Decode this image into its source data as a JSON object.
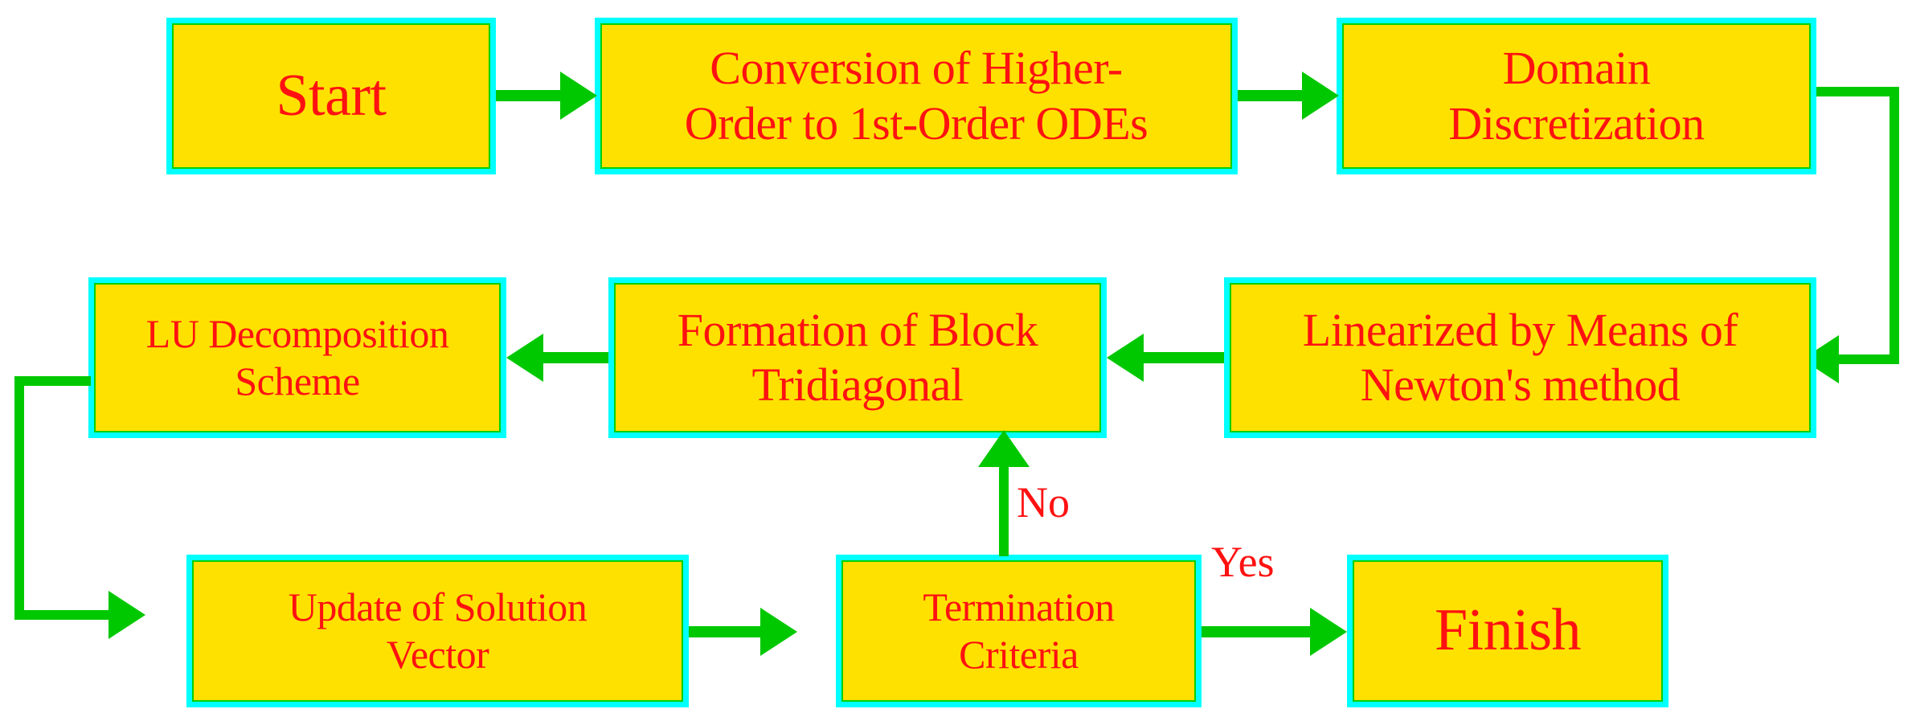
{
  "diagram": {
    "title": "Numerical solution procedure flowchart",
    "colors": {
      "node_fill": "#ffe100",
      "node_border": "#00ffff",
      "node_inner_edge": "#00d000",
      "text": "#ff1111",
      "connector": "#00c800",
      "background": "#ffffff"
    },
    "nodes": [
      {
        "id": "start",
        "label": "Start"
      },
      {
        "id": "conversion",
        "label": "Conversion of Higher-\nOrder to 1st-Order ODEs"
      },
      {
        "id": "domain",
        "label": "Domain\nDiscretization"
      },
      {
        "id": "linearized",
        "label": "Linearized by Means of\nNewton's method"
      },
      {
        "id": "formation",
        "label": "Formation of Block\nTridiagonal"
      },
      {
        "id": "lu",
        "label": "LU Decomposition\nScheme"
      },
      {
        "id": "update",
        "label": "Update of Solution\nVector"
      },
      {
        "id": "termination",
        "label": "Termination\nCriteria"
      },
      {
        "id": "finish",
        "label": "Finish"
      }
    ],
    "edge_labels": {
      "no": "No",
      "yes": "Yes"
    },
    "edges": [
      {
        "from": "start",
        "to": "conversion",
        "label": ""
      },
      {
        "from": "conversion",
        "to": "domain",
        "label": ""
      },
      {
        "from": "domain",
        "to": "linearized",
        "label": ""
      },
      {
        "from": "linearized",
        "to": "formation",
        "label": ""
      },
      {
        "from": "formation",
        "to": "lu",
        "label": ""
      },
      {
        "from": "lu",
        "to": "update",
        "label": ""
      },
      {
        "from": "update",
        "to": "termination",
        "label": ""
      },
      {
        "from": "termination",
        "to": "formation",
        "label": "No"
      },
      {
        "from": "termination",
        "to": "finish",
        "label": "Yes"
      }
    ]
  }
}
